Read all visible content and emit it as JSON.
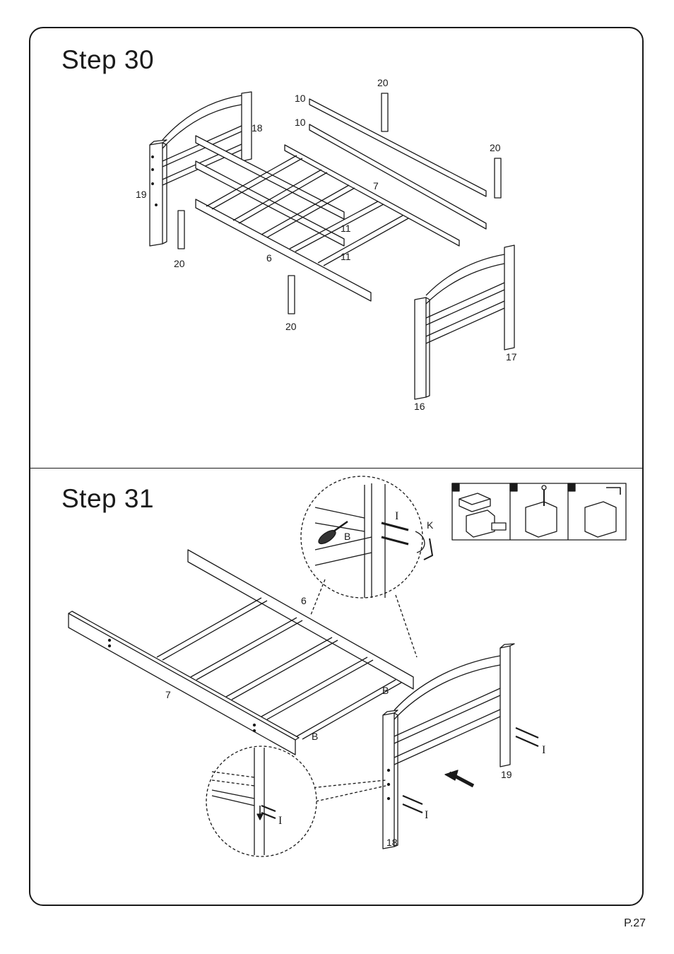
{
  "steps": [
    {
      "title": "Step  30",
      "labels": [
        "20",
        "10",
        "10",
        "18",
        "20",
        "19",
        "7",
        "11",
        "11",
        "20",
        "6",
        "20",
        "17",
        "16"
      ]
    },
    {
      "title": "Step  31",
      "labels": [
        "I",
        "K",
        "B",
        "6",
        "7",
        "B",
        "B",
        "I",
        "19",
        "I",
        "I",
        "18"
      ],
      "inset_numbers": [
        "1",
        "2",
        "3"
      ]
    }
  ],
  "page_number": "P.27"
}
